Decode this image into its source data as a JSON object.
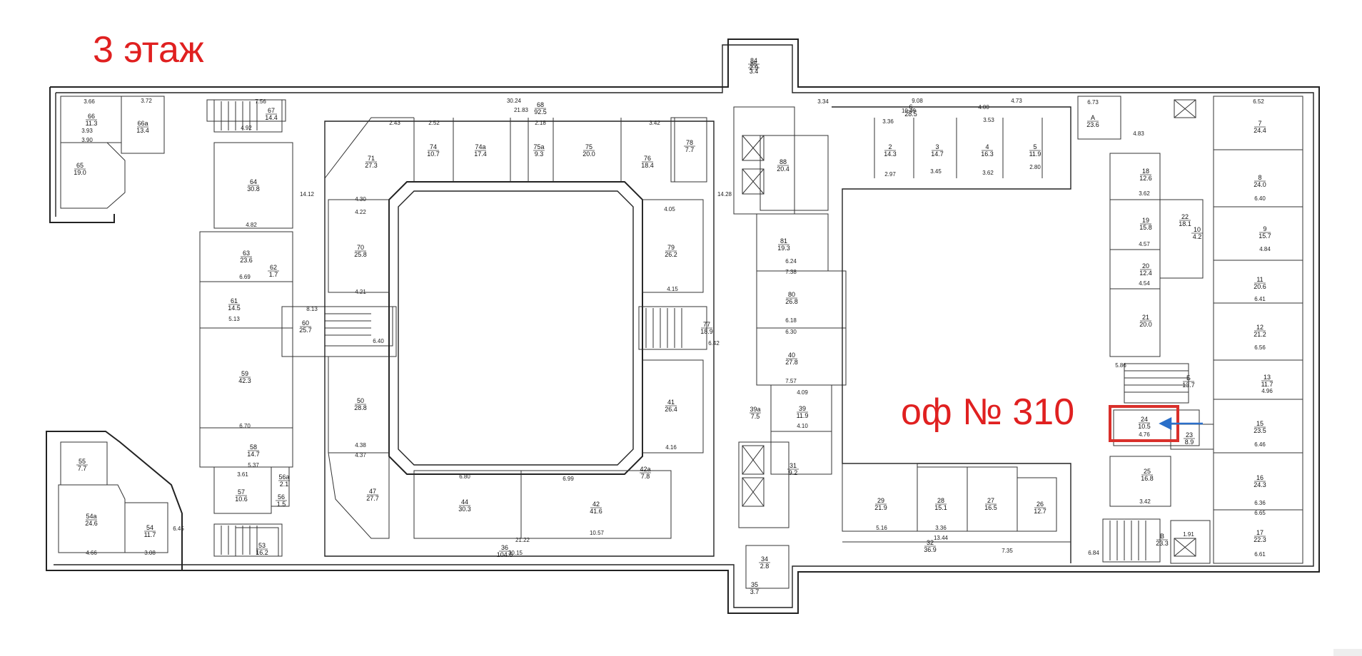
{
  "floor_title": "3 этаж",
  "callout": {
    "text": "оф № 310",
    "target_room": "24"
  },
  "colors": {
    "accent": "#e02020",
    "highlight": "#d9302b",
    "arrow": "#2a6fc9",
    "wall": "#222222"
  },
  "rooms": [
    {
      "id": "r66",
      "num": "66",
      "area": "11.3"
    },
    {
      "id": "r66a",
      "num": "66а",
      "area": "13.4"
    },
    {
      "id": "r65",
      "num": "65",
      "area": "19.0"
    },
    {
      "id": "r67",
      "num": "67",
      "area": "14.4"
    },
    {
      "id": "r64",
      "num": "64",
      "area": "30.8"
    },
    {
      "id": "r63",
      "num": "63",
      "area": "23.6"
    },
    {
      "id": "r62",
      "num": "62",
      "area": "1.7"
    },
    {
      "id": "r61",
      "num": "61",
      "area": "14.5"
    },
    {
      "id": "r59",
      "num": "59",
      "area": "42.3"
    },
    {
      "id": "r58",
      "num": "58",
      "area": "14.7"
    },
    {
      "id": "r57",
      "num": "57",
      "area": "10.6"
    },
    {
      "id": "r56a",
      "num": "56а",
      "area": "2.1"
    },
    {
      "id": "r56",
      "num": "56",
      "area": "1.5"
    },
    {
      "id": "r55",
      "num": "55",
      "area": "7.7"
    },
    {
      "id": "r54a",
      "num": "54а",
      "area": "24.6"
    },
    {
      "id": "r54",
      "num": "54",
      "area": "11.7"
    },
    {
      "id": "r53",
      "num": "53",
      "area": "16.2"
    },
    {
      "id": "r60",
      "num": "60",
      "area": "25.7"
    },
    {
      "id": "r71",
      "num": "71",
      "area": "27.3"
    },
    {
      "id": "r70",
      "num": "70",
      "area": "25.8"
    },
    {
      "id": "r50",
      "num": "50",
      "area": "28.8"
    },
    {
      "id": "r47",
      "num": "47",
      "area": "27.7"
    },
    {
      "id": "r68",
      "num": "68",
      "area": "92.5"
    },
    {
      "id": "r74",
      "num": "74",
      "area": "10.7"
    },
    {
      "id": "r74a",
      "num": "74а",
      "area": "17.4"
    },
    {
      "id": "r75a",
      "num": "75а",
      "area": "9.3"
    },
    {
      "id": "r75",
      "num": "75",
      "area": "20.0"
    },
    {
      "id": "r76",
      "num": "76",
      "area": "18.4"
    },
    {
      "id": "r78",
      "num": "78",
      "area": "7.7"
    },
    {
      "id": "r44",
      "num": "44",
      "area": "30.3"
    },
    {
      "id": "r42",
      "num": "42",
      "area": "41.6"
    },
    {
      "id": "r36",
      "num": "36",
      "area": "104.6"
    },
    {
      "id": "r79",
      "num": "79",
      "area": "26.2"
    },
    {
      "id": "r77",
      "num": "77",
      "area": "18.9"
    },
    {
      "id": "r41",
      "num": "41",
      "area": "26.4"
    },
    {
      "id": "r42a",
      "num": "42а",
      "area": "7.8"
    },
    {
      "id": "r84",
      "num": "84",
      "area": "2.9"
    },
    {
      "id": "r85",
      "num": "85",
      "area": "3.4"
    },
    {
      "id": "r88",
      "num": "88",
      "area": "20.4"
    },
    {
      "id": "r81",
      "num": "81",
      "area": "19.3"
    },
    {
      "id": "r80",
      "num": "80",
      "area": "26.8"
    },
    {
      "id": "r40",
      "num": "40",
      "area": "27.8"
    },
    {
      "id": "r39",
      "num": "39",
      "area": "11.9"
    },
    {
      "id": "r39a",
      "num": "39а",
      "area": "7.5"
    },
    {
      "id": "r31",
      "num": "31",
      "area": "9.2"
    },
    {
      "id": "r34",
      "num": "34",
      "area": "2.8"
    },
    {
      "id": "r35",
      "num": "35",
      "area": "3.7"
    },
    {
      "id": "r6",
      "num": "6",
      "area": "28.5"
    },
    {
      "id": "r2",
      "num": "2",
      "area": "14.3"
    },
    {
      "id": "r3",
      "num": "3",
      "area": "14.7"
    },
    {
      "id": "r4",
      "num": "4",
      "area": "16.3"
    },
    {
      "id": "r5",
      "num": "5",
      "area": "11.9"
    },
    {
      "id": "r29",
      "num": "29",
      "area": "21.9"
    },
    {
      "id": "r28",
      "num": "28",
      "area": "15.1"
    },
    {
      "id": "r27",
      "num": "27",
      "area": "16.5"
    },
    {
      "id": "r26",
      "num": "26",
      "area": "12.7"
    },
    {
      "id": "r32",
      "num": "32",
      "area": "36.9"
    },
    {
      "id": "rA",
      "num": "А",
      "area": "23.6"
    },
    {
      "id": "r18",
      "num": "18",
      "area": "12.6"
    },
    {
      "id": "r19",
      "num": "19",
      "area": "15.8"
    },
    {
      "id": "r20",
      "num": "20",
      "area": "12.4"
    },
    {
      "id": "r21",
      "num": "21",
      "area": "20.0"
    },
    {
      "id": "r22",
      "num": "22",
      "area": "18.1"
    },
    {
      "id": "r10",
      "num": "10",
      "area": "4.2"
    },
    {
      "id": "r7",
      "num": "7",
      "area": "24.4"
    },
    {
      "id": "r8",
      "num": "8",
      "area": "24.0"
    },
    {
      "id": "r9",
      "num": "9",
      "area": "15.7"
    },
    {
      "id": "r11",
      "num": "11",
      "area": "20.6"
    },
    {
      "id": "r12",
      "num": "12",
      "area": "21.2"
    },
    {
      "id": "r13",
      "num": "13",
      "area": "11.7"
    },
    {
      "id": "rB",
      "num": "Б",
      "area": "13.7"
    },
    {
      "id": "r24",
      "num": "24",
      "area": "10.5"
    },
    {
      "id": "r23",
      "num": "23",
      "area": "8.9"
    },
    {
      "id": "r15",
      "num": "15",
      "area": "23.5"
    },
    {
      "id": "r16",
      "num": "16",
      "area": "24.3"
    },
    {
      "id": "r17",
      "num": "17",
      "area": "22.3"
    },
    {
      "id": "r25",
      "num": "25",
      "area": "16.8"
    },
    {
      "id": "rV",
      "num": "В",
      "area": "23.3"
    }
  ],
  "dimensions": [
    {
      "id": "d1",
      "text": "30.24"
    },
    {
      "id": "d2",
      "text": "21.83"
    },
    {
      "id": "d3",
      "text": "3.72"
    },
    {
      "id": "d4",
      "text": "3.66"
    },
    {
      "id": "d5",
      "text": "3.93"
    },
    {
      "id": "d6",
      "text": "3.90"
    },
    {
      "id": "d7",
      "text": "7.56"
    },
    {
      "id": "d8",
      "text": "4.92"
    },
    {
      "id": "d9",
      "text": "2.43"
    },
    {
      "id": "d10",
      "text": "2.52"
    },
    {
      "id": "d11",
      "text": "2.18"
    },
    {
      "id": "d12",
      "text": "3.42"
    },
    {
      "id": "d13",
      "text": "4.30"
    },
    {
      "id": "d14",
      "text": "4.22"
    },
    {
      "id": "d15",
      "text": "4.21"
    },
    {
      "id": "d16",
      "text": "4.82"
    },
    {
      "id": "d17",
      "text": "6.69"
    },
    {
      "id": "d18",
      "text": "5.13"
    },
    {
      "id": "d19",
      "text": "6.70"
    },
    {
      "id": "d20",
      "text": "5.37"
    },
    {
      "id": "d21",
      "text": "3.61"
    },
    {
      "id": "d22",
      "text": "4.66"
    },
    {
      "id": "d23",
      "text": "3.08"
    },
    {
      "id": "d24",
      "text": "6.45"
    },
    {
      "id": "d25",
      "text": "6.80"
    },
    {
      "id": "d26",
      "text": "6.99"
    },
    {
      "id": "d27",
      "text": "10.57"
    },
    {
      "id": "d28",
      "text": "30.15"
    },
    {
      "id": "d29",
      "text": "21.22"
    },
    {
      "id": "d30",
      "text": "4.15"
    },
    {
      "id": "d31",
      "text": "4.05"
    },
    {
      "id": "d32",
      "text": "4.16"
    },
    {
      "id": "d33",
      "text": "3.34"
    },
    {
      "id": "d34",
      "text": "9.08"
    },
    {
      "id": "d35",
      "text": "4.73"
    },
    {
      "id": "d36",
      "text": "10.49"
    },
    {
      "id": "d37",
      "text": "3.36"
    },
    {
      "id": "d38",
      "text": "3.45"
    },
    {
      "id": "d39",
      "text": "4.00"
    },
    {
      "id": "d40",
      "text": "3.53"
    },
    {
      "id": "d41",
      "text": "2.97"
    },
    {
      "id": "d42",
      "text": "3.62"
    },
    {
      "id": "d43",
      "text": "2.80"
    },
    {
      "id": "d44",
      "text": "7.38"
    },
    {
      "id": "d45",
      "text": "6.24"
    },
    {
      "id": "d46",
      "text": "6.18"
    },
    {
      "id": "d47",
      "text": "6.30"
    },
    {
      "id": "d48",
      "text": "7.57"
    },
    {
      "id": "d49",
      "text": "4.09"
    },
    {
      "id": "d50",
      "text": "4.10"
    },
    {
      "id": "d51",
      "text": "5.16"
    },
    {
      "id": "d52",
      "text": "3.36"
    },
    {
      "id": "d53",
      "text": "13.44"
    },
    {
      "id": "d54",
      "text": "7.35"
    },
    {
      "id": "d55",
      "text": "6.73"
    },
    {
      "id": "d56",
      "text": "4.83"
    },
    {
      "id": "d57",
      "text": "6.52"
    },
    {
      "id": "d58",
      "text": "6.40"
    },
    {
      "id": "d59",
      "text": "4.84"
    },
    {
      "id": "d60",
      "text": "6.41"
    },
    {
      "id": "d61",
      "text": "6.56"
    },
    {
      "id": "d62",
      "text": "4.96"
    },
    {
      "id": "d63",
      "text": "6.46"
    },
    {
      "id": "d64",
      "text": "6.36"
    },
    {
      "id": "d65",
      "text": "6.65"
    },
    {
      "id": "d66",
      "text": "6.61"
    },
    {
      "id": "d67",
      "text": "4.57"
    },
    {
      "id": "d68",
      "text": "4.54"
    },
    {
      "id": "d69",
      "text": "3.62"
    },
    {
      "id": "d70",
      "text": "4.76"
    },
    {
      "id": "d71",
      "text": "3.42"
    },
    {
      "id": "d72",
      "text": "5.86"
    },
    {
      "id": "d73",
      "text": "6.84"
    },
    {
      "id": "d74",
      "text": "1.91"
    },
    {
      "id": "d75",
      "text": "8.13"
    },
    {
      "id": "d76",
      "text": "6.40"
    },
    {
      "id": "d77",
      "text": "4.38"
    },
    {
      "id": "d78",
      "text": "4.37"
    },
    {
      "id": "d79",
      "text": "6.42"
    },
    {
      "id": "d80",
      "text": "14.12"
    },
    {
      "id": "d81",
      "text": "14.28"
    }
  ]
}
